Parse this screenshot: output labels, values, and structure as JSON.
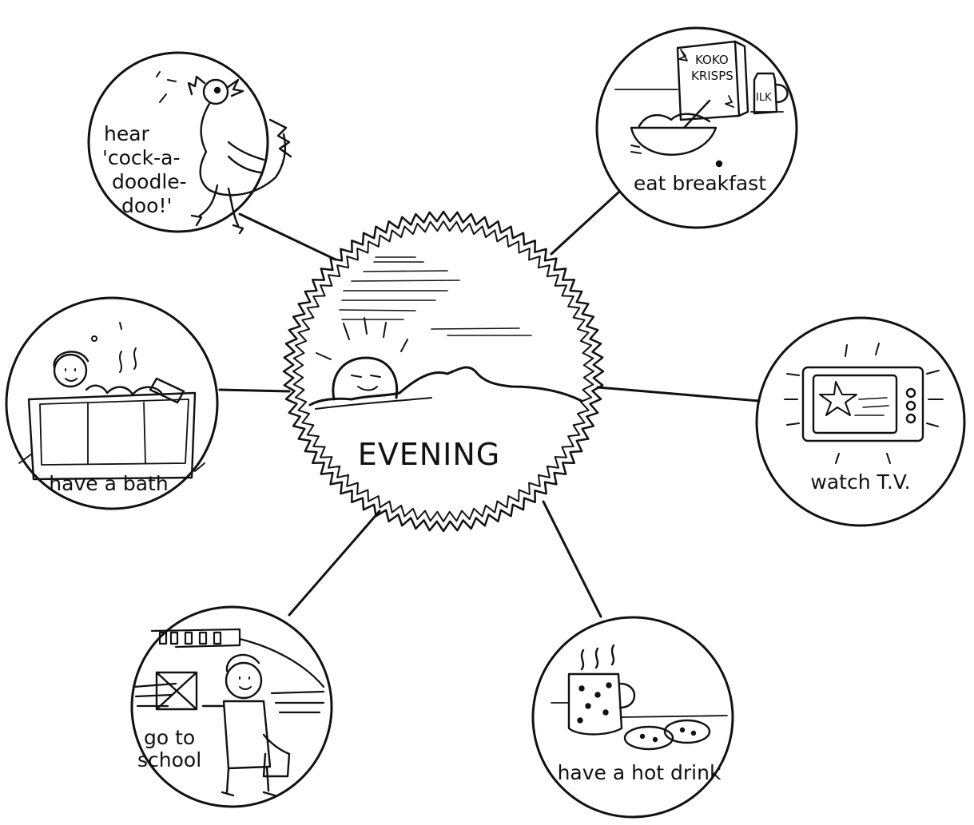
{
  "center": {
    "label": "EVENING"
  },
  "nodes": [
    {
      "id": "rooster",
      "caption_lines": [
        "hear",
        "'cock-a-",
        "doodle-",
        "doo!'"
      ]
    },
    {
      "id": "breakfast",
      "caption_lines": [
        "eat breakfast"
      ],
      "box_text_lines": [
        "KOKO",
        "KRISPS"
      ],
      "jug_text": "ILK"
    },
    {
      "id": "tv",
      "caption_lines": [
        "watch T.V."
      ]
    },
    {
      "id": "hot-drink",
      "caption_lines": [
        "have a hot drink"
      ]
    },
    {
      "id": "school",
      "caption_lines": [
        "go to",
        "school"
      ]
    },
    {
      "id": "bath",
      "caption_lines": [
        "have a bath"
      ]
    }
  ],
  "colors": {
    "ink": "#111111",
    "background": "#ffffff"
  }
}
